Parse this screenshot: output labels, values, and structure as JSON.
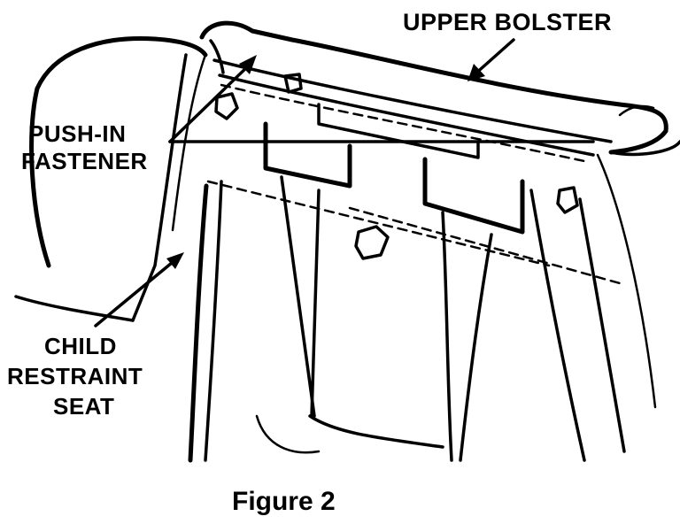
{
  "labels": {
    "upper_bolster": "UPPER BOLSTER",
    "push_in_line1": "PUSH-IN",
    "push_in_line2": "FASTENER",
    "child_line1": "CHILD",
    "child_line2": "RESTRAINT",
    "child_line3": "SEAT"
  },
  "caption": "Figure 2",
  "colors": {
    "ink": "#000000",
    "paper": "#ffffff"
  }
}
